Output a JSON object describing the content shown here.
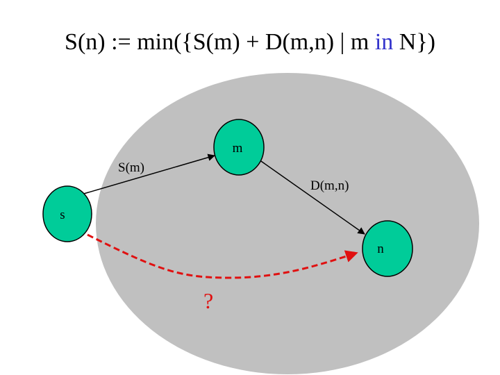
{
  "title": {
    "prefix": "S(n) := min({S(m) + D(m,n) | m ",
    "keyword": "in",
    "suffix": " N})"
  },
  "nodes": {
    "m": "m",
    "s": "s",
    "n": "n"
  },
  "edges": {
    "s_to_m": "S(m)",
    "m_to_n": "D(m,n)",
    "unknown": "?"
  },
  "colors": {
    "region_fill": "#c0c0c0",
    "node_fill": "#00cc99",
    "node_stroke": "#000000",
    "keyword": "#3333cc",
    "dashed_path": "#e01010"
  }
}
